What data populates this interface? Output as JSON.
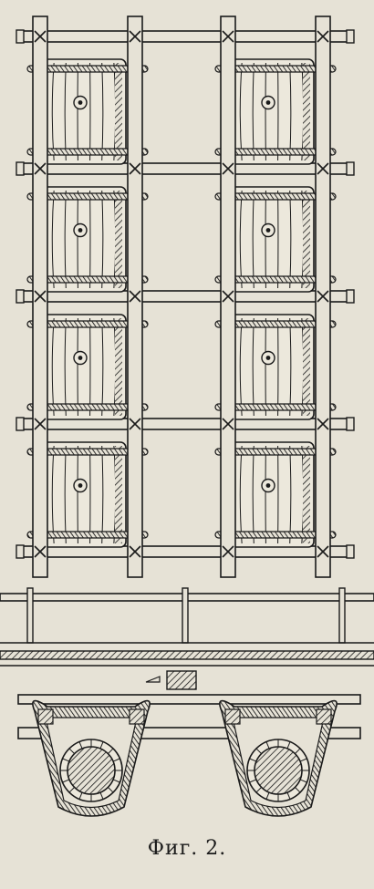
{
  "figure": {
    "caption": "Фиг. 2.",
    "ink_color": "#1a1a1a",
    "paper_color": "#e6e2d6"
  },
  "plan_view": {
    "columns": 2,
    "barrels_per_column": 4
  },
  "section_view": {
    "barrels_in_section": 2
  }
}
